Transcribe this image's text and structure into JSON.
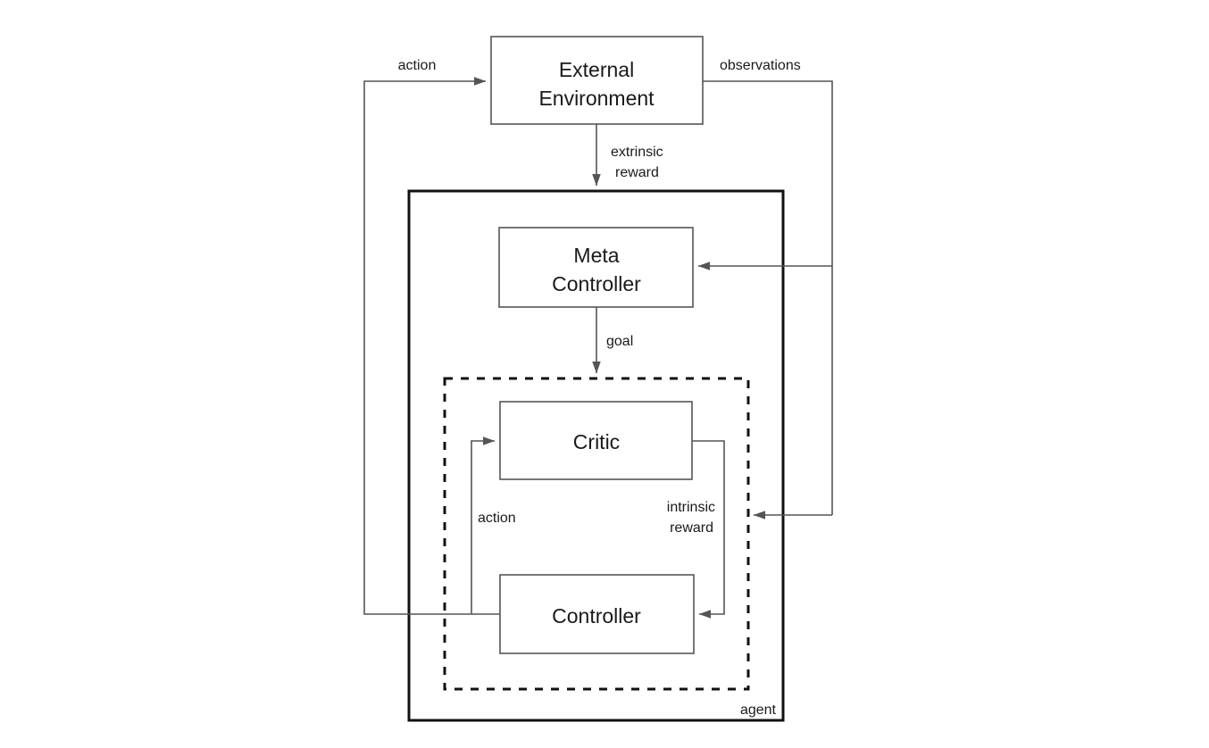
{
  "diagram": {
    "title_nodes": {
      "external_environment": {
        "line1": "External",
        "line2": "Environment"
      },
      "meta_controller": {
        "line1": "Meta",
        "line2": "Controller"
      },
      "critic": {
        "line1": "Critic"
      },
      "controller": {
        "line1": "Controller"
      }
    },
    "container_labels": {
      "agent": "agent"
    },
    "edge_labels": {
      "action_top": "action",
      "observations": "observations",
      "extrinsic_reward_line1": "extrinsic",
      "extrinsic_reward_line2": "reward",
      "goal": "goal",
      "action_inner": "action",
      "intrinsic_reward_line1": "intrinsic",
      "intrinsic_reward_line2": "reward"
    },
    "colors": {
      "background": "#ffffff",
      "box_border": "#555555",
      "container_border": "#111111",
      "connector": "#555555",
      "text": "#1a1a1a"
    }
  }
}
